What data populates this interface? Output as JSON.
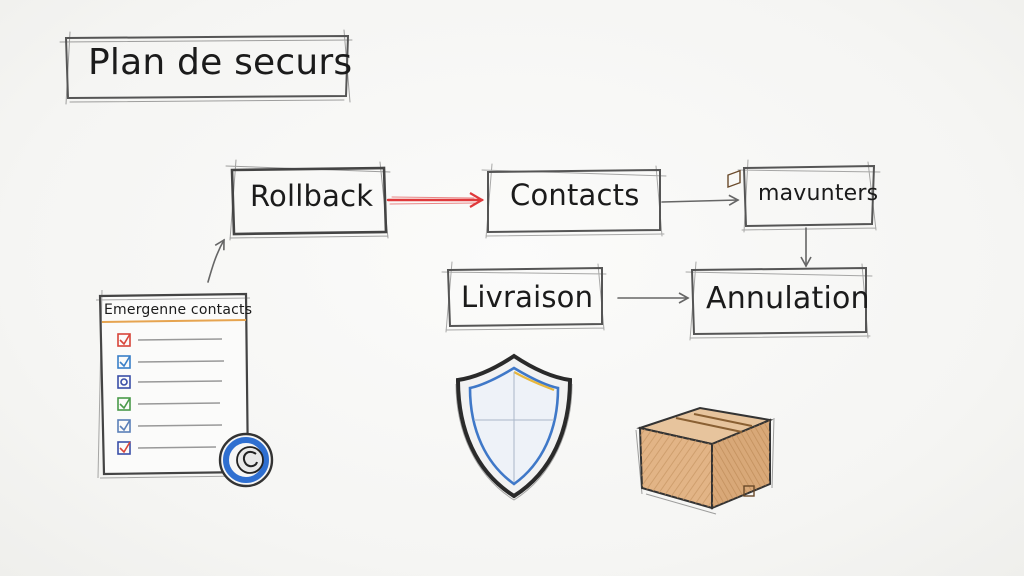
{
  "title": "Plan de securs",
  "nodes": {
    "rollback": "Rollback",
    "contacts": "Contacts",
    "mavunters": "mavunters",
    "livraison": "Livraison",
    "annulation": "Annulation"
  },
  "checklist": {
    "title": "Emergenne contacts",
    "item_count": 6
  },
  "icons": {
    "checklist": "clipboard-checklist-icon",
    "badge": "coin-badge-icon",
    "shield": "shield-icon",
    "box": "cardboard-box-icon"
  },
  "colors": {
    "ink": "#2a2a2a",
    "highlight_arrow": "#e0393b",
    "shield_blue": "#3f78c8",
    "shield_gold": "#e8b73c",
    "box_tan": "#d8a878",
    "badge_blue": "#2f6fd0"
  }
}
